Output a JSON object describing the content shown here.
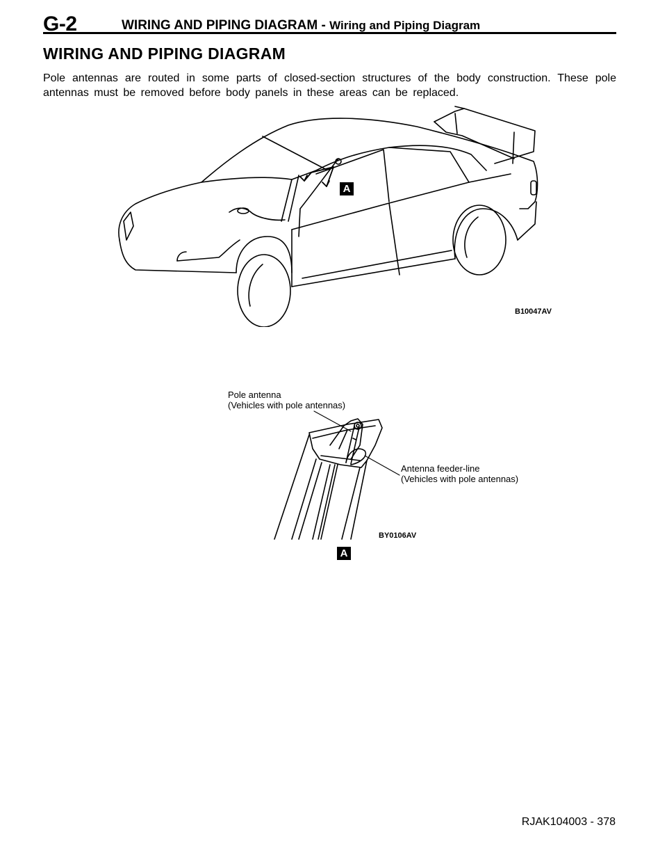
{
  "header": {
    "section": "G-2",
    "title": "WIRING AND PIPING DIAGRAM -",
    "subtitle": "Wiring and Piping Diagram"
  },
  "heading": "WIRING AND PIPING DIAGRAM",
  "intro": "Pole antennas are routed in some parts of closed-section structures of the body construction. These pole antennas must be removed before body panels in these areas can be replaced.",
  "figure1": {
    "view_marker": "A",
    "code": "B10047AV"
  },
  "figure2": {
    "pole_antenna_label": "Pole antenna",
    "pole_antenna_note": "(Vehicles with pole antennas)",
    "feeder_label": "Antenna feeder-line",
    "feeder_note": "(Vehicles with pole antennas)",
    "code": "BY0106AV",
    "view_marker": "A"
  },
  "footer": {
    "page_ref": "RJAK104003 - 378"
  }
}
